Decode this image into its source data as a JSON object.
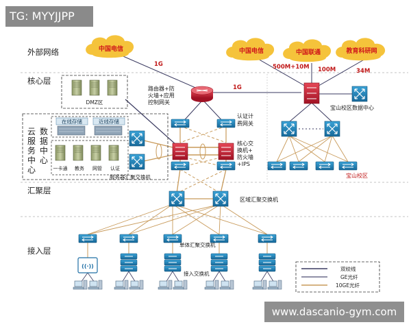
{
  "watermark_top": "TG: MYYJJPP",
  "watermark_bottom": "www.dascanio-gym.com",
  "layers": {
    "external": "外部网络",
    "core": "核心层",
    "aggregation": "汇聚层",
    "access": "接入层"
  },
  "clouds": {
    "left": "中国电信",
    "right1": "中国电信",
    "right2": "中国联通",
    "right3": "教育科研网"
  },
  "links": {
    "left_1g": "1G",
    "core_1g": "1G",
    "bw1": "500M+10M",
    "bw2": "100M",
    "bw3": "34M"
  },
  "labels": {
    "dmz": "DMZ区",
    "router_l1": "路由器+防",
    "router_l2": "火墙+应用",
    "router_l3": "控制网关",
    "auth_l1": "认证计",
    "auth_l2": "费网关",
    "core_l1": "核心交",
    "core_l2": "换机+",
    "core_l3": "防火墙",
    "core_l4": "+IPS",
    "baoshan_dc": "宝山校区数据中心",
    "baoshan": "宝山校区",
    "cloud_c1": "云",
    "cloud_c2": "服",
    "cloud_c3": "务",
    "cloud_c4": "中",
    "cloud_c5": "心",
    "data_c1": "数",
    "data_c2": "据",
    "data_c3": "中",
    "data_c4": "心",
    "online_storage": "在线存储",
    "nearline_storage": "近线存储",
    "svc1": "一卡通",
    "svc2": "教务",
    "svc3": "网管",
    "svc4": "认证",
    "server_agg": "服务器汇聚交换机",
    "region_agg": "区域汇聚交换机",
    "single_agg": "单体汇聚交换机",
    "access_sw": "接入交换机"
  },
  "legend": {
    "twisted_pair": "双绞线",
    "ge_fiber": "GE光纤",
    "10ge_fiber": "10GE光纤"
  },
  "colors": {
    "cloud": "#f5c33b",
    "cloud_text": "#d0171b",
    "switch": "#1f88c2",
    "router": "#d01e35",
    "fiber": "#c89a5a",
    "bw_text": "#c01818"
  }
}
